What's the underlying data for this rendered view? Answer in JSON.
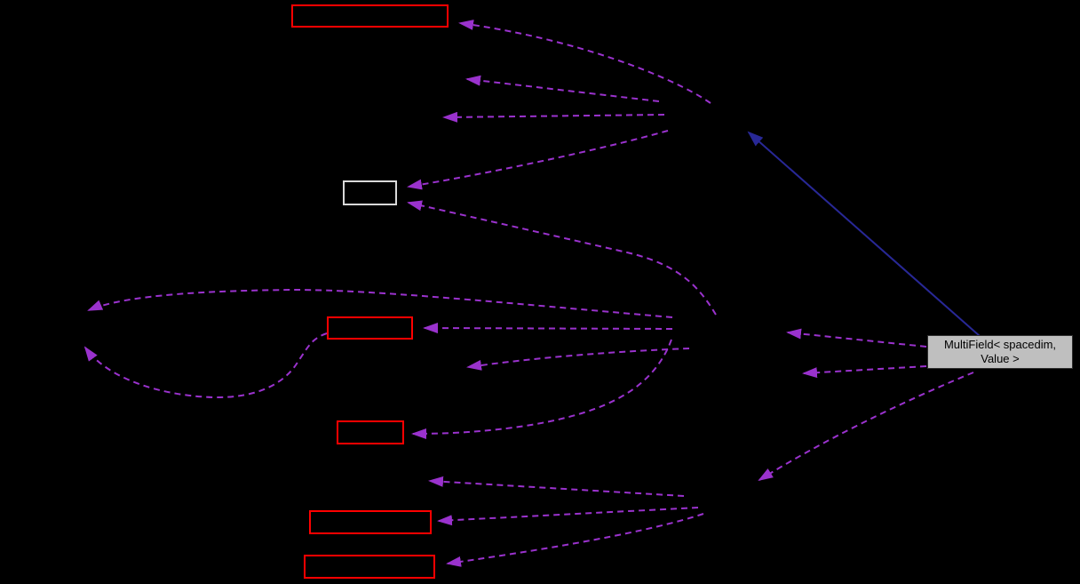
{
  "diagram": {
    "background": "#000000",
    "colors": {
      "usage_edge": "#9a32cd",
      "inheritance_edge": "#282896",
      "truncated_node_border": "#ff0000",
      "plain_node_border": "#d9d9d9",
      "current_node_fill": "#bfbfbf",
      "current_node_border": "#2e2e2e",
      "current_node_text": "#000000"
    },
    "current_node": {
      "label": "MultiField< spacedim, Value >",
      "label_line1": "MultiField< spacedim,",
      "label_line2": "Value >"
    },
    "nodes": [
      {
        "id": "truncated-node-1",
        "label": "",
        "style": "red-border-empty"
      },
      {
        "id": "plain-node",
        "label": "",
        "style": "light-border-empty"
      },
      {
        "id": "truncated-node-2",
        "label": "",
        "style": "red-border-empty"
      },
      {
        "id": "truncated-node-3",
        "label": "",
        "style": "red-border-empty"
      },
      {
        "id": "truncated-node-4",
        "label": "",
        "style": "red-border-empty"
      },
      {
        "id": "truncated-node-5",
        "label": "",
        "style": "red-border-empty"
      }
    ],
    "edges": {
      "usage_style": "dashed",
      "inheritance_style": "solid",
      "usage_count": 16,
      "inheritance_count": 1
    }
  }
}
